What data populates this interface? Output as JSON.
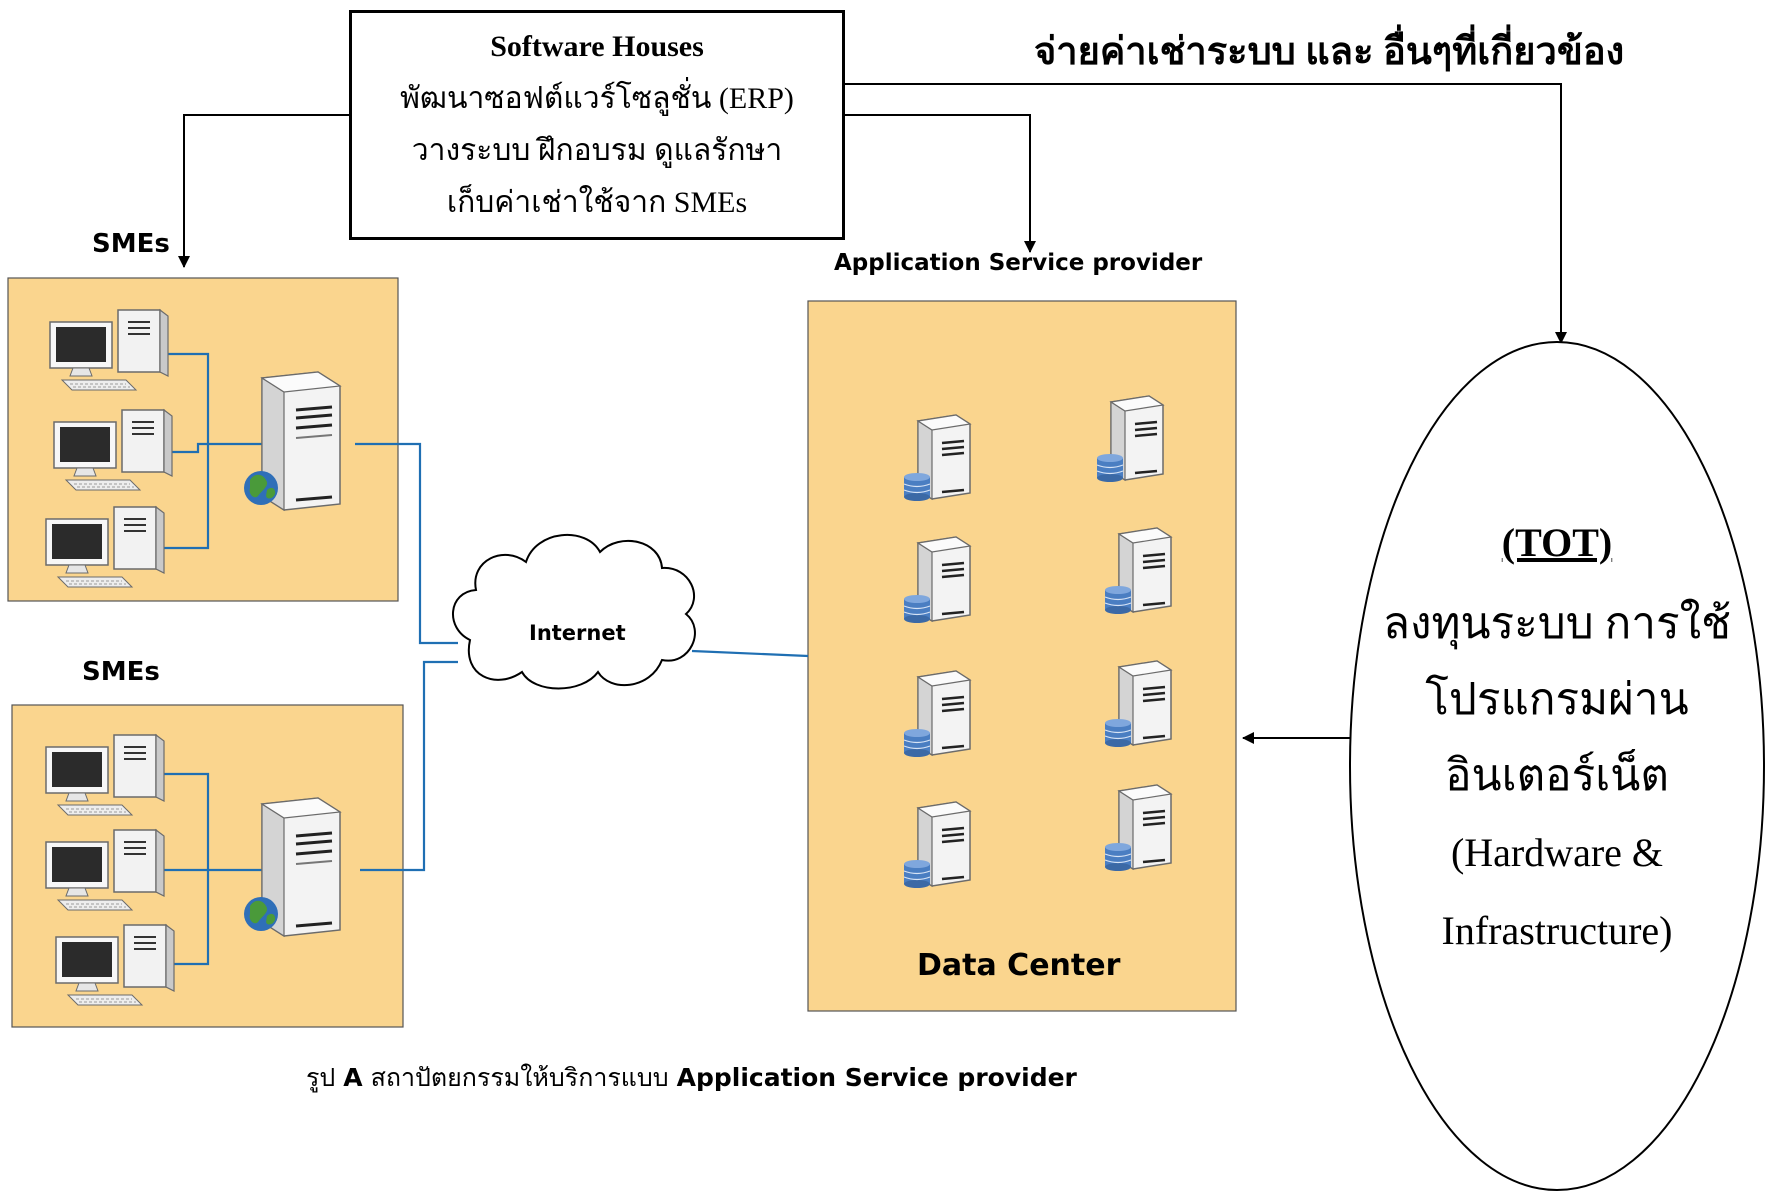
{
  "software_houses": {
    "title": "Software Houses",
    "line1": "พัฒนาซอฟต์แวร์โซลูชั่น (ERP)",
    "line2": "วางระบบ ฝึกอบรม ดูแลรักษา",
    "line3": "เก็บค่าเช่าใช้จาก SMEs"
  },
  "payment_note": "จ่ายค่าเช่าระบบ  และ อื่นๆที่เกี่ยวข้อง",
  "smes_top_label": "SMEs",
  "smes_bottom_label": "SMEs",
  "asp_label": "Application Service provider",
  "internet_label": "Internet",
  "data_center_label": "Data Center",
  "tot": {
    "title": "(TOT)",
    "line1": "ลงทุนระบบ การใช้",
    "line2": "โปรแกรมผ่าน",
    "line3": "อินเตอร์เน็ต",
    "line4": "(Hardware &",
    "line5": "Infrastructure)"
  },
  "caption": {
    "prefix": "รูป",
    "letter": "A",
    "thai": "สถาปัตยกรรมให้บริการแบบ",
    "english": "Application Service provider"
  },
  "colors": {
    "panel_fill": "#fad58e",
    "link_blue": "#1f6fb3",
    "disk_blue": "#4a7ec2",
    "globe_green": "#3f8f3a"
  },
  "icons": {
    "workstation": "desktop-computer-icon",
    "web_server": "web-server-icon",
    "db_server": "database-server-icon",
    "cloud": "internet-cloud-icon"
  }
}
